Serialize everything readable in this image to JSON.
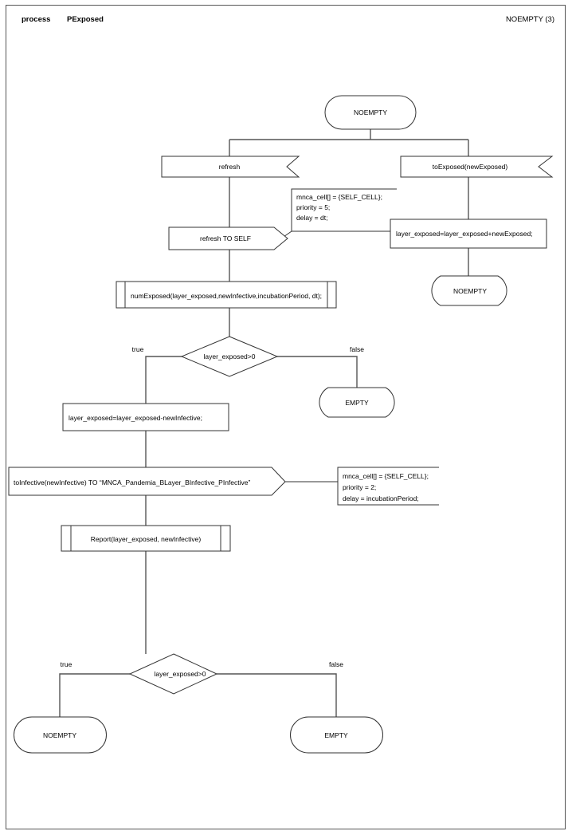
{
  "page": {
    "header": {
      "kind_label": "process",
      "process_name": "PExposed",
      "state_ref": "NOEMPTY (3)"
    }
  },
  "diagram": {
    "type": "sdl-process-flowchart",
    "nodes": {
      "state_start": {
        "shape": "state",
        "label": "NOEMPTY"
      },
      "input_refresh": {
        "shape": "input-signal",
        "label": "refresh"
      },
      "input_toexposed": {
        "shape": "input-signal",
        "label": "toExposed(newExposed)"
      },
      "output_refresh_self": {
        "shape": "output-signal",
        "label": "refresh TO SELF"
      },
      "comment_refresh": {
        "shape": "comment",
        "lines": [
          "mnca_cell[] = {SELF_CELL};",
          "priority = 5;",
          "delay = dt;"
        ]
      },
      "task_add_exposed": {
        "shape": "task",
        "label": "layer_exposed=layer_exposed+newExposed;"
      },
      "state_noempty_right": {
        "shape": "state",
        "label": "NOEMPTY"
      },
      "call_numexposed": {
        "shape": "procedure-call",
        "label": "numExposed(layer_exposed,newInfective,incubationPeriod, dt);"
      },
      "decision_top": {
        "shape": "decision",
        "label": "layer_exposed>0",
        "true_label": "true",
        "false_label": "false"
      },
      "state_empty_top": {
        "shape": "state",
        "label": "EMPTY"
      },
      "task_sub_infective": {
        "shape": "task",
        "label": "layer_exposed=layer_exposed-newInfective;"
      },
      "output_toinfective": {
        "shape": "output-signal",
        "label": "toInfective(newInfective) TO “MNCA_Pandemia_BLayer_BInfective_PInfective”"
      },
      "comment_toinfective": {
        "shape": "comment",
        "lines": [
          "mnca_cell[] = {SELF_CELL};",
          "priority = 2;",
          "delay = incubationPeriod;"
        ]
      },
      "call_report": {
        "shape": "procedure-call",
        "label": "Report(layer_exposed, newInfective)"
      },
      "decision_bottom": {
        "shape": "decision",
        "label": "layer_exposed>0",
        "true_label": "true",
        "false_label": "false"
      },
      "state_noempty_bottom": {
        "shape": "state",
        "label": "NOEMPTY"
      },
      "state_empty_bottom": {
        "shape": "state",
        "label": "EMPTY"
      }
    },
    "colors": {
      "shape_stroke": "#333333",
      "edge_stroke": "#555555",
      "page_border": "#555555",
      "background": "#ffffff",
      "text": "#000000"
    }
  }
}
